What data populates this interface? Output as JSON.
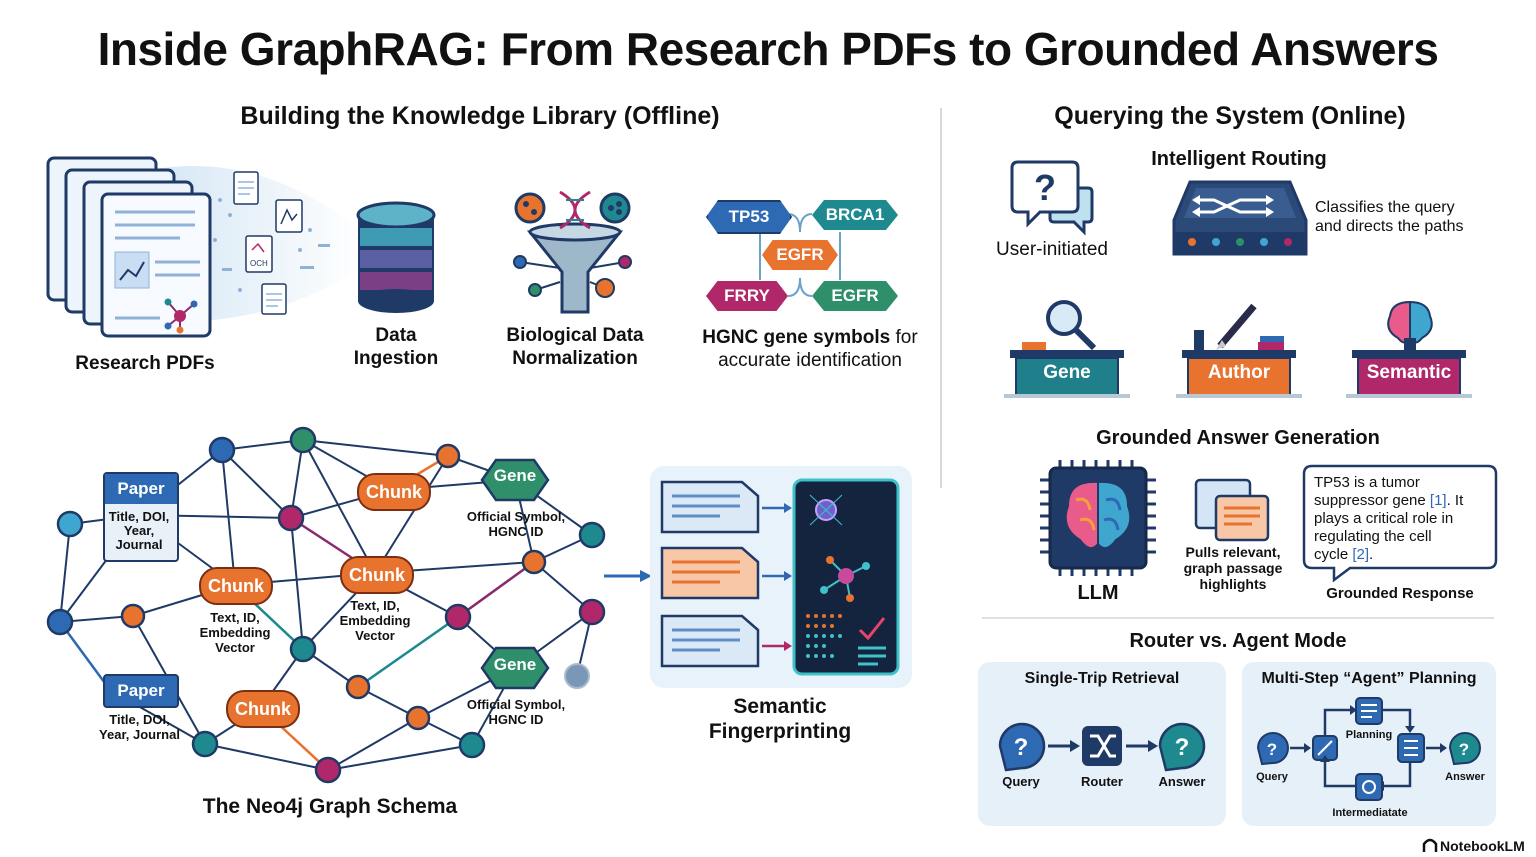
{
  "title": "Inside GraphRAG: From Research PDFs to Grounded Answers",
  "left": {
    "heading": "Building the Knowledge Library (Offline)",
    "research_pdfs": "Research PDFs",
    "data_ingestion": [
      "Data",
      "Ingestion"
    ],
    "normalization": [
      "Biological Data",
      "Normalization"
    ],
    "hgnc_bold": "HGNC gene symbols",
    "hgnc_rest": " for",
    "hgnc_line2": "accurate identification",
    "genes": {
      "tp53": "TP53",
      "brca1": "BRCA1",
      "egfr_center": "EGFR",
      "frry": "FRRY",
      "egfr": "EGFR"
    },
    "graph_caption": "The Neo4j Graph Schema",
    "paper_label": "Paper",
    "paper1_detail": [
      "Title, DOI,",
      "Year,",
      "Journal"
    ],
    "paper2_detail": [
      "Title, DOI,",
      "Year, Journal"
    ],
    "chunk_label": "Chunk",
    "chunk_detail": [
      "Text, ID,",
      "Embedding",
      "Vector"
    ],
    "gene_label": "Gene",
    "gene_detail": [
      "Official Symbol,",
      "HGNC ID"
    ],
    "fingerprint": [
      "Semantic",
      "Fingerprinting"
    ]
  },
  "right": {
    "heading": "Querying the System (Online)",
    "user_initiated": "User-initiated",
    "routing_title": "Intelligent Routing",
    "routing_desc": [
      "Classifies the query",
      "and directs the paths"
    ],
    "desks": {
      "gene": "Gene",
      "author": "Author",
      "semantic": "Semantic"
    },
    "grounded_title": "Grounded Answer Generation",
    "llm": "LLM",
    "pulls": [
      "Pulls relevant,",
      "graph passage",
      "highlights"
    ],
    "response_lines": [
      "TP53 is a tumor",
      "suppressor gene ",
      "[1]",
      ". It",
      "plays a critical role in",
      "regulating the cell",
      "cycle ",
      "[2]",
      "."
    ],
    "grounded_response": "Grounded Response",
    "mode_title": "Router vs. Agent Mode",
    "single_trip": "Single-Trip Retrieval",
    "multi_step": "Multi-Step “Agent” Planning",
    "query": "Query",
    "router": "Router",
    "answer": "Answer",
    "planning": "Planning",
    "intermediate": "Intermediatate"
  },
  "brand": "NotebookLM",
  "colors": {
    "teal": "#1e8a8f",
    "orange": "#e8732f",
    "magenta": "#b0286a",
    "navy": "#1f3a66",
    "blue": "#2e69b3",
    "green": "#2f8f6b"
  }
}
